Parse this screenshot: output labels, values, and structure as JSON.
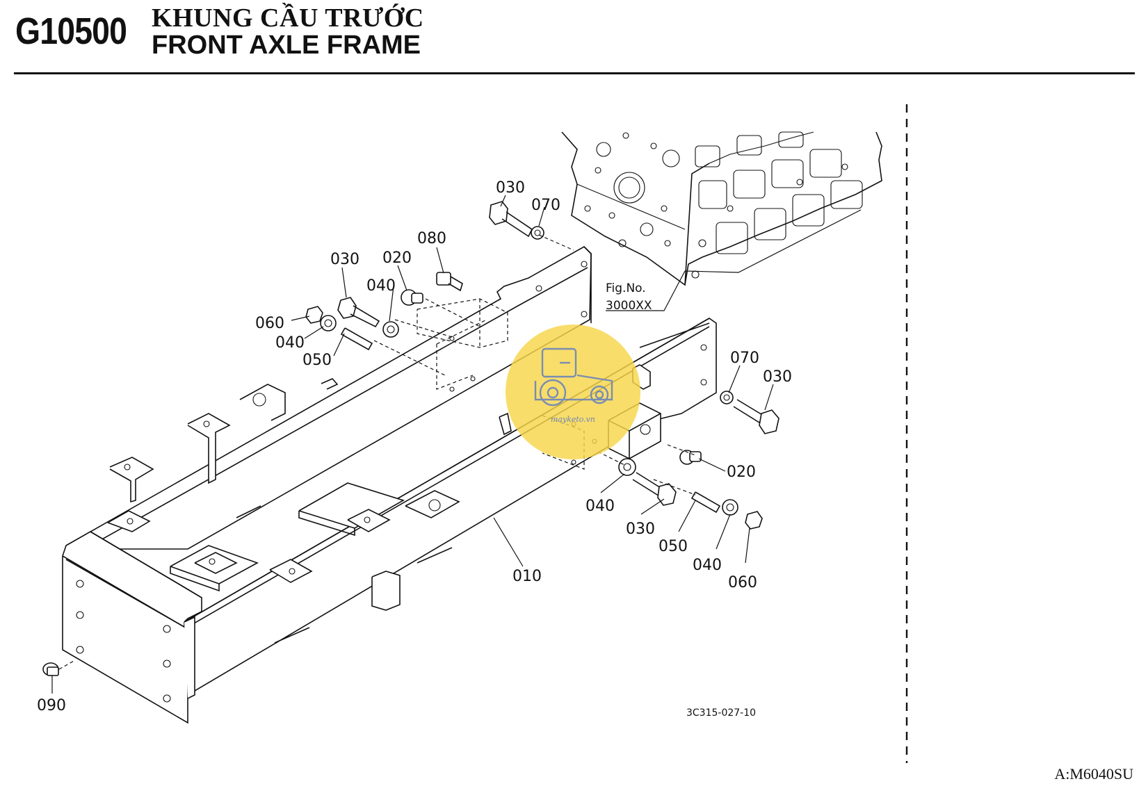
{
  "header": {
    "code": "G10500",
    "title_vi": "KHUNG CẦU TRƯỚC",
    "title_en": "FRONT AXLE FRAME"
  },
  "diagram": {
    "fig_label": "Fig.No.",
    "fig_number": "3000XX",
    "drawing_number": "3C315-027-10",
    "watermark_text": "mayketo.vn",
    "watermark_color": "#f6d64a",
    "callouts": {
      "c030_top": "030",
      "c070_top": "070",
      "c080": "080",
      "c020_left": "020",
      "c030_left": "030",
      "c040_left_a": "040",
      "c060_left": "060",
      "c040_left_b": "040",
      "c050_left": "050",
      "c070_right": "070",
      "c030_right": "030",
      "c020_right": "020",
      "c040_right_a": "040",
      "c030_right_b": "030",
      "c050_right": "050",
      "c040_right_b": "040",
      "c060_right": "060",
      "c010": "010",
      "c090": "090"
    }
  },
  "footer": {
    "model": "A:M6040SU"
  }
}
